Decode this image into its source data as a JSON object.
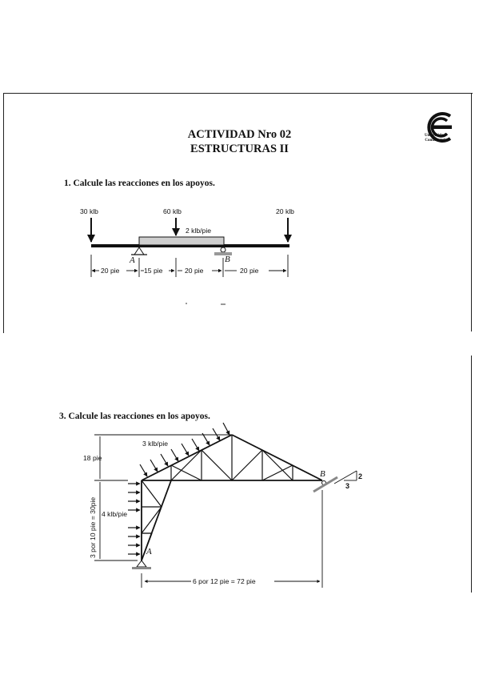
{
  "header": {
    "title_line1": "ACTIVIDAD Nro 02",
    "title_line2": "ESTRUCTURAS II",
    "logo_text_line1": "Universidad",
    "logo_text_line2": "Continental",
    "logo_icon": "university-logo-icon"
  },
  "problem1": {
    "statement": "1.   Calcule las reacciones en los apoyos.",
    "loads": [
      "30 klb",
      "60 klb",
      "20 klb"
    ],
    "distributed_load": "2 klb/pie",
    "support_a": "A",
    "support_b": "B",
    "spans": [
      "20 pie",
      "15 pie",
      "20 pie",
      "20 pie"
    ]
  },
  "problem3": {
    "statement": "3.   Calcule las reacciones en los apoyos.",
    "distributed_load_top": "3 klb/pie",
    "height_label": "18 pie",
    "vertical_dim": "3 por 10 pie = 30pie",
    "distributed_load_side": "4 klb/pie",
    "support_a": "A",
    "support_b": "B",
    "slope_rise": "2",
    "slope_run": "3",
    "horizontal_dim": "6 por 12 pie = 72 pie"
  },
  "colors": {
    "ink": "#111111",
    "beam": "#cfcfcf",
    "frame": "#222222"
  }
}
